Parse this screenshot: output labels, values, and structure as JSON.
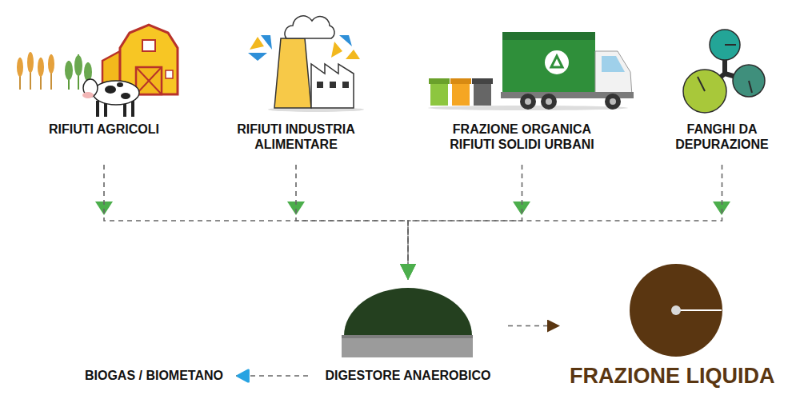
{
  "diagram": {
    "nodes": [
      {
        "text": [
          "RIFIUTI AGRICOLI"
        ]
      },
      {
        "text": [
          "RIFIUTI INDUSTRIA ALIMENTARE"
        ]
      },
      {
        "text": [
          "FRAZIONE ORGANICA RIFIUTI SOLIDI URBANI"
        ]
      },
      {
        "text": [
          "FANGHI DA DEPURAZIONE"
        ]
      },
      {
        "text": [
          "DIGESTORE ANAEROBICO"
        ]
      },
      {
        "text": [
          "BIOGAS / BIOMETANO"
        ]
      },
      {
        "text": [
          "FRAZIONE LIQUIDA"
        ]
      }
    ],
    "edges": [
      {
        "from": 0,
        "to": 4,
        "arrow": "to"
      },
      {
        "from": 1,
        "to": 4,
        "arrow": "to"
      },
      {
        "from": 2,
        "to": 4,
        "arrow": "to"
      },
      {
        "from": 3,
        "to": 4,
        "arrow": "to"
      },
      {
        "from": 4,
        "to": 5,
        "arrow": "to"
      },
      {
        "from": 4,
        "to": 6,
        "arrow": "to"
      }
    ]
  }
}
